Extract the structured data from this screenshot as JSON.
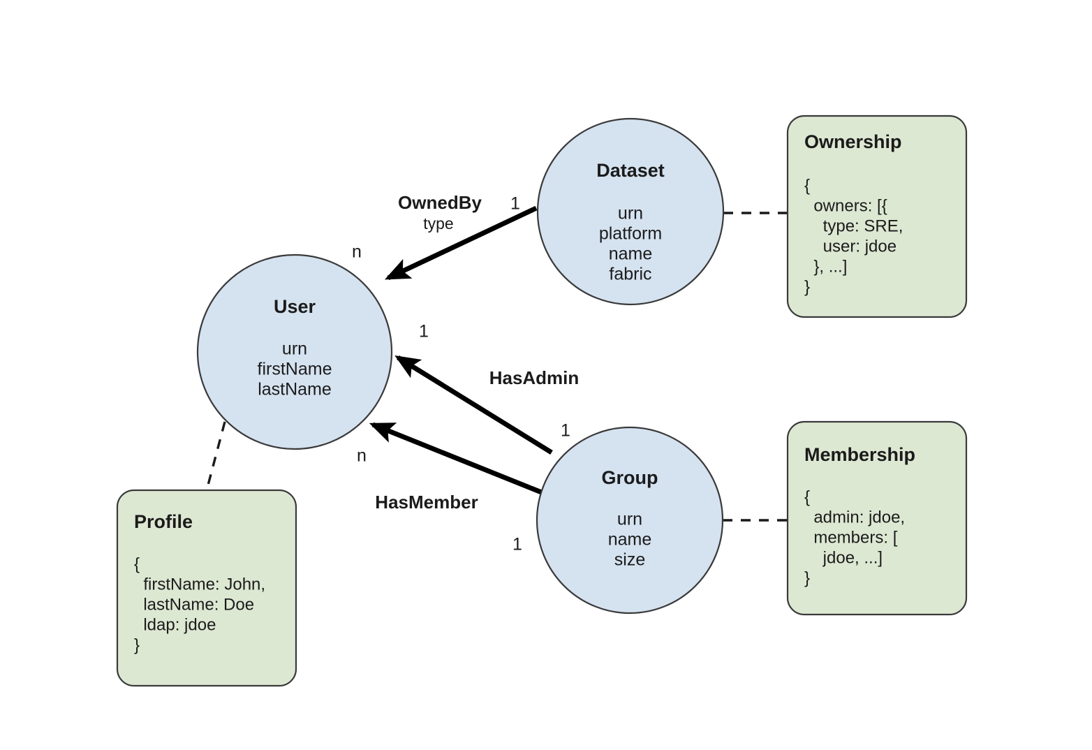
{
  "diagram": {
    "type": "entity-relationship",
    "background_color": "#ffffff",
    "entity_fill": "#d5e2f0",
    "aspect_fill": "#dde8d3",
    "stroke_color": "#3a3a3a"
  },
  "entities": [
    {
      "id": "dataset",
      "title": "Dataset",
      "attributes": [
        "urn",
        "platform",
        "name",
        "fabric"
      ]
    },
    {
      "id": "user",
      "title": "User",
      "attributes": [
        "urn",
        "firstName",
        "lastName"
      ]
    },
    {
      "id": "group",
      "title": "Group",
      "attributes": [
        "urn",
        "name",
        "size"
      ]
    }
  ],
  "aspects": [
    {
      "id": "ownership",
      "title": "Ownership",
      "lines": [
        "{",
        "  owners: [{",
        "    type: SRE,",
        "    user: jdoe",
        "  }, ...]",
        "}"
      ],
      "attached_to": "dataset"
    },
    {
      "id": "membership",
      "title": "Membership",
      "lines": [
        "{",
        "  admin: jdoe,",
        "  members: [",
        "    jdoe, ...]",
        "}"
      ],
      "attached_to": "group"
    },
    {
      "id": "profile",
      "title": "Profile",
      "lines": [
        "{",
        "  firstName: John,",
        "  lastName: Doe",
        "  ldap: jdoe",
        "}"
      ],
      "attached_to": "user"
    }
  ],
  "relationships": [
    {
      "id": "ownedby",
      "label": "OwnedBy",
      "sublabel": "type",
      "from": "dataset",
      "to": "user",
      "from_cardinality": "1",
      "to_cardinality": "n"
    },
    {
      "id": "hasadmin",
      "label": "HasAdmin",
      "sublabel": "",
      "from": "group",
      "to": "user",
      "from_cardinality": "1",
      "to_cardinality": "1"
    },
    {
      "id": "hasmember",
      "label": "HasMember",
      "sublabel": "",
      "from": "group",
      "to": "user",
      "from_cardinality": "1",
      "to_cardinality": "n"
    }
  ]
}
